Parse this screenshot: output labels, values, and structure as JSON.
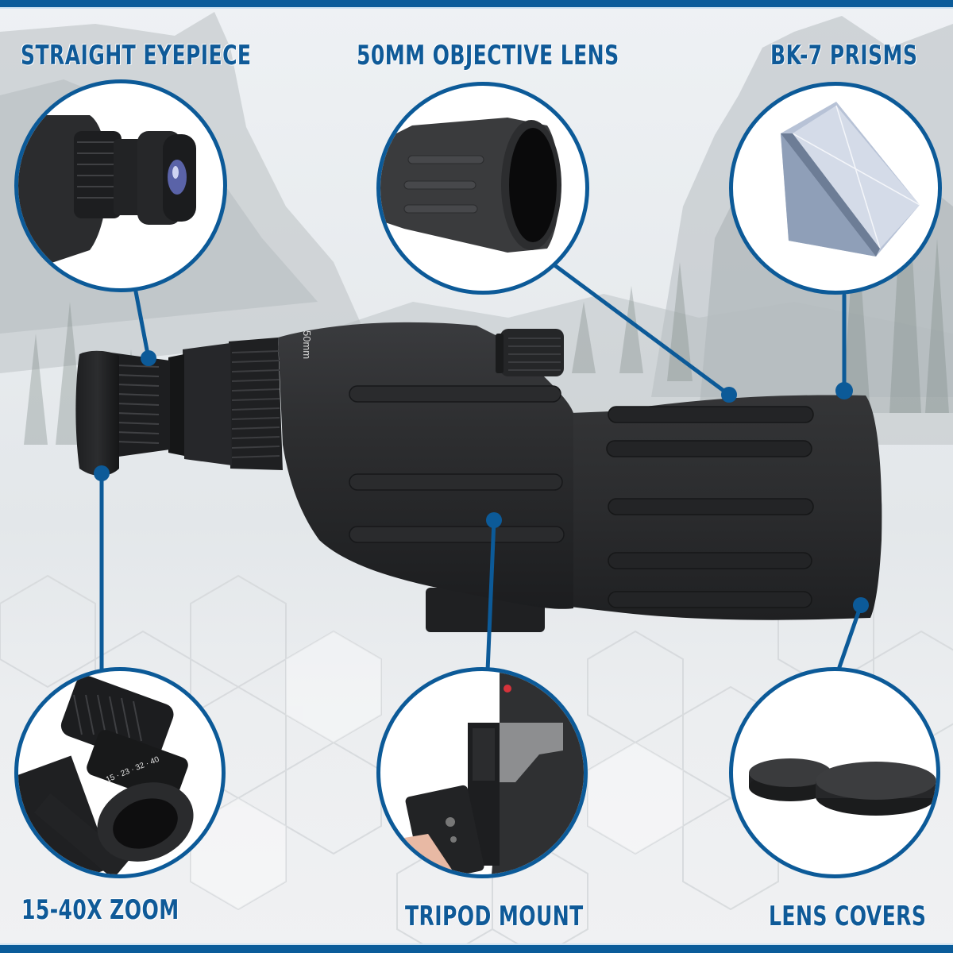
{
  "colors": {
    "accent": "#0c5a98",
    "bar": "#0b5c9a",
    "scope_body": "#2a2b2d",
    "background": "#e6eaee"
  },
  "features": [
    {
      "id": "straight-eyepiece",
      "label": "STRAIGHT EYEPIECE"
    },
    {
      "id": "objective-lens",
      "label": "50MM OBJECTIVE LENS"
    },
    {
      "id": "prisms",
      "label": "BK-7 PRISMS"
    },
    {
      "id": "zoom",
      "label": "15-40X ZOOM"
    },
    {
      "id": "tripod-mount",
      "label": "TRIPOD MOUNT"
    },
    {
      "id": "lens-covers",
      "label": "LENS COVERS"
    }
  ],
  "product": {
    "body_marking": "50mm",
    "zoom_ring_markings": [
      "15",
      "23",
      "32",
      "40"
    ]
  }
}
